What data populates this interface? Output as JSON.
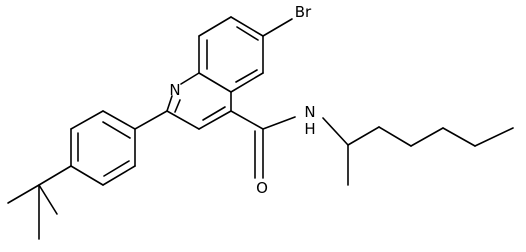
{
  "structure": {
    "atoms": {
      "bromine": "Br",
      "ring_nitrogen": "N",
      "amide_nitrogen": "N",
      "amide_hydrogen": "H",
      "carbonyl_oxygen": "O"
    },
    "colors": {
      "bond": "#000000",
      "label": "#000000",
      "background": "#ffffff"
    }
  }
}
